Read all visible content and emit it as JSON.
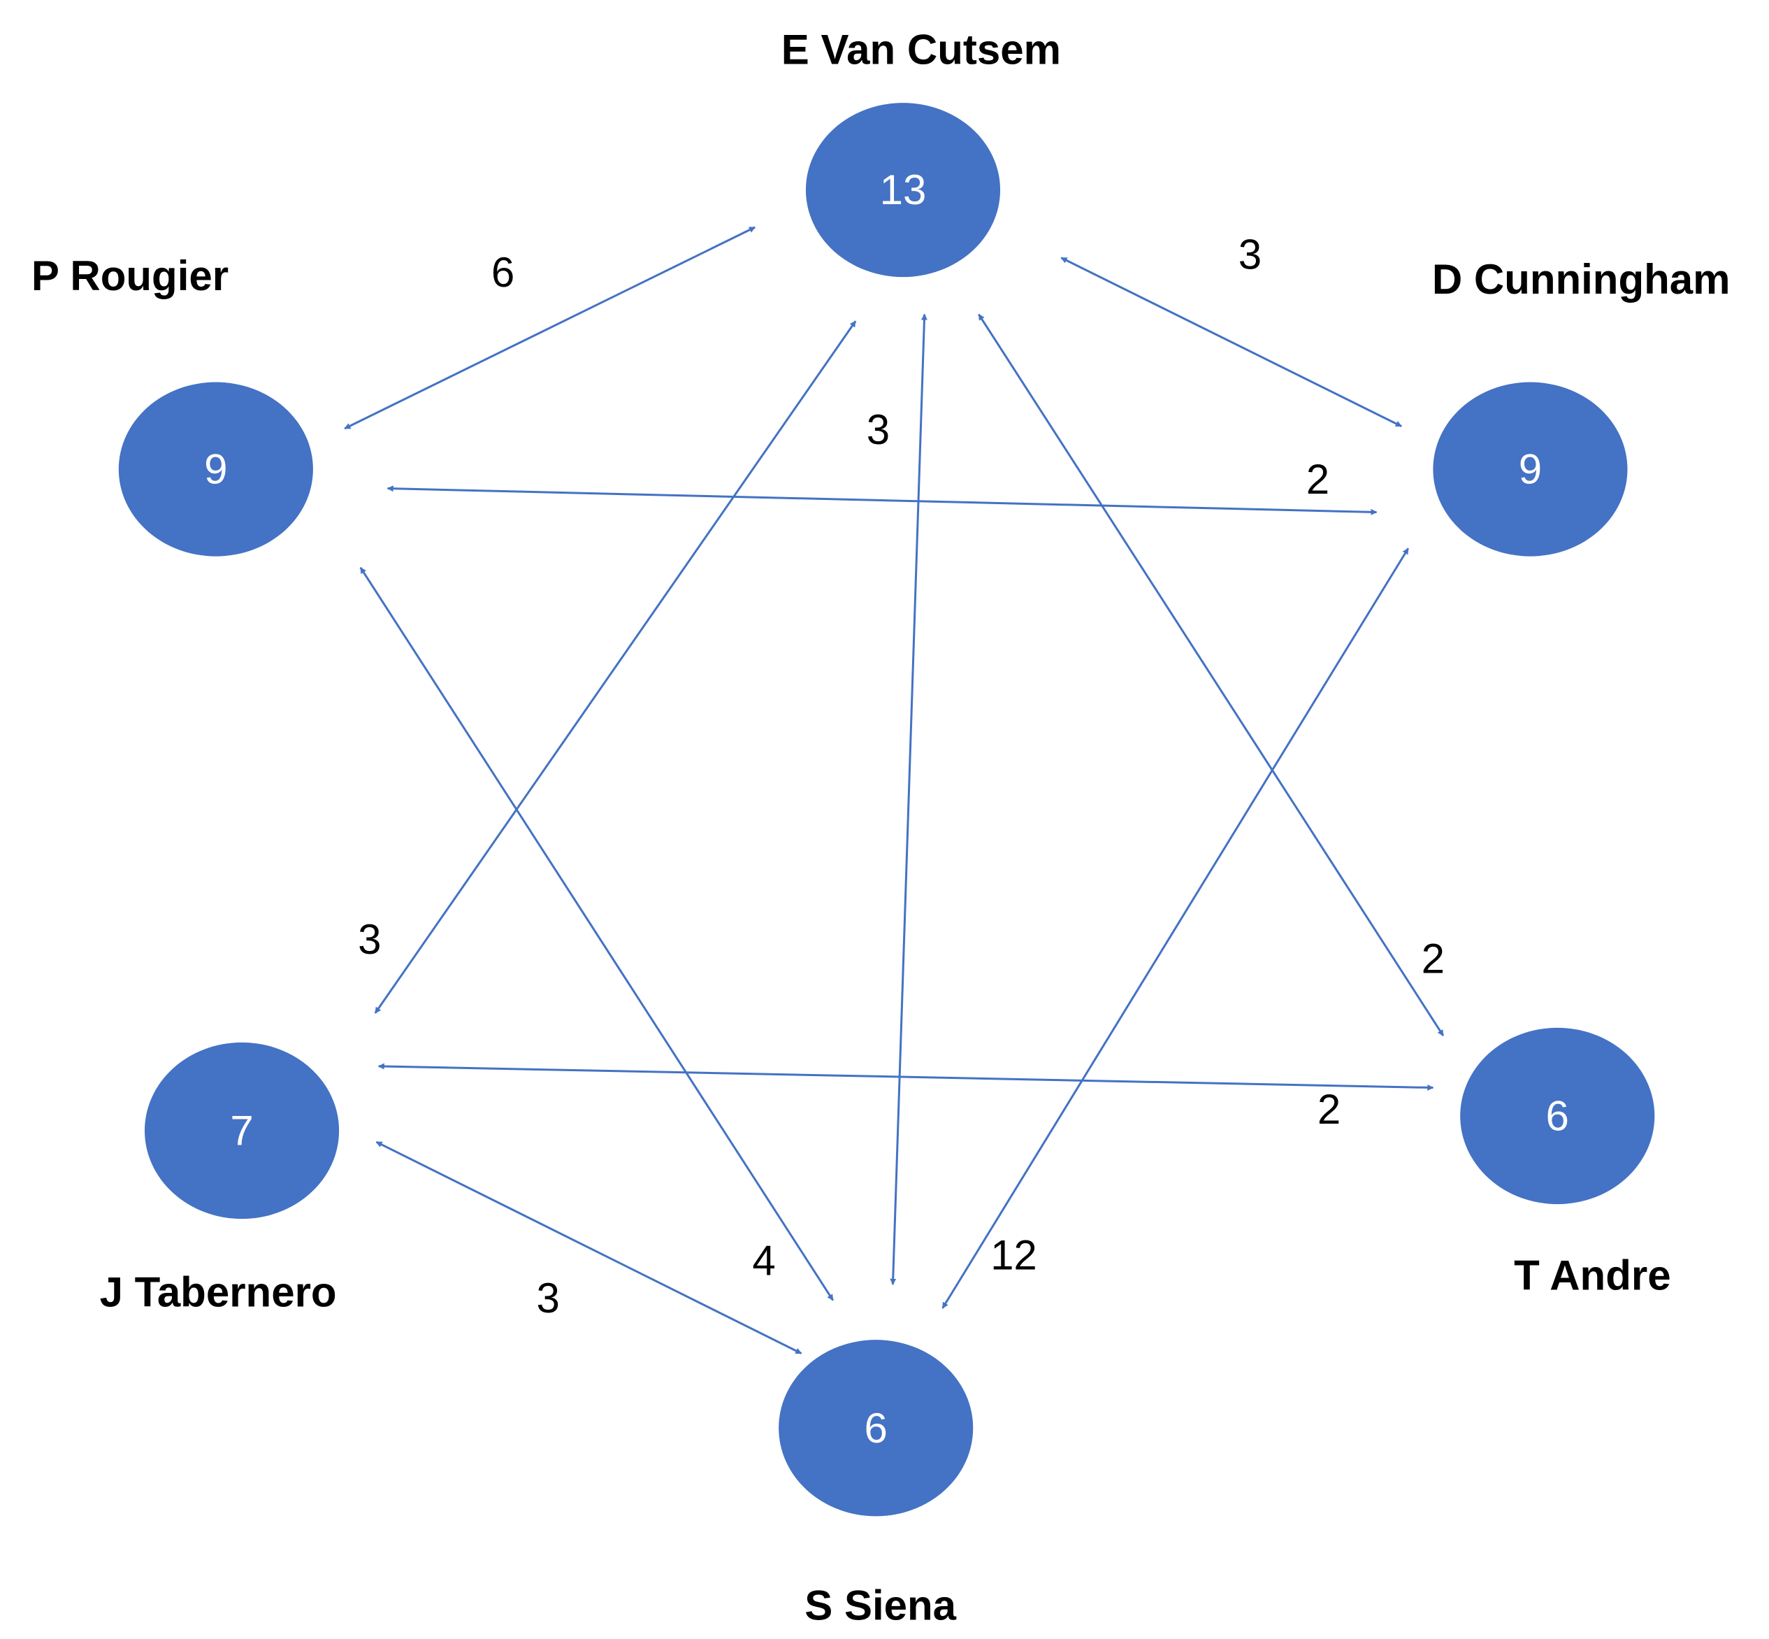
{
  "colors": {
    "node_fill": "#4472C4",
    "edge": "#4472C4",
    "node_text": "#FFFFFF",
    "label_text": "#000000"
  },
  "nodes": [
    {
      "id": "vancutsem",
      "name": "E Van Cutsem",
      "value": "13"
    },
    {
      "id": "rougier",
      "name": "P Rougier",
      "value": "9"
    },
    {
      "id": "cunningham",
      "name": "D Cunningham",
      "value": "9"
    },
    {
      "id": "tabernero",
      "name": "J Tabernero",
      "value": "7"
    },
    {
      "id": "andre",
      "name": "T Andre",
      "value": "6"
    },
    {
      "id": "siena",
      "name": "S Siena",
      "value": "6"
    }
  ],
  "edges": [
    {
      "from": "rougier",
      "to": "vancutsem",
      "weight": "6"
    },
    {
      "from": "vancutsem",
      "to": "cunningham",
      "weight": "3"
    },
    {
      "from": "tabernero",
      "to": "vancutsem",
      "weight": "3"
    },
    {
      "from": "siena",
      "to": "vancutsem",
      "weight": "3"
    },
    {
      "from": "andre",
      "to": "vancutsem",
      "weight": "2"
    },
    {
      "from": "rougier",
      "to": "cunningham",
      "weight": "2"
    },
    {
      "from": "rougier",
      "to": "siena",
      "weight": "4"
    },
    {
      "from": "siena",
      "to": "cunningham",
      "weight": "12"
    },
    {
      "from": "tabernero",
      "to": "andre",
      "weight": "2"
    },
    {
      "from": "tabernero",
      "to": "siena",
      "weight": "3"
    }
  ]
}
